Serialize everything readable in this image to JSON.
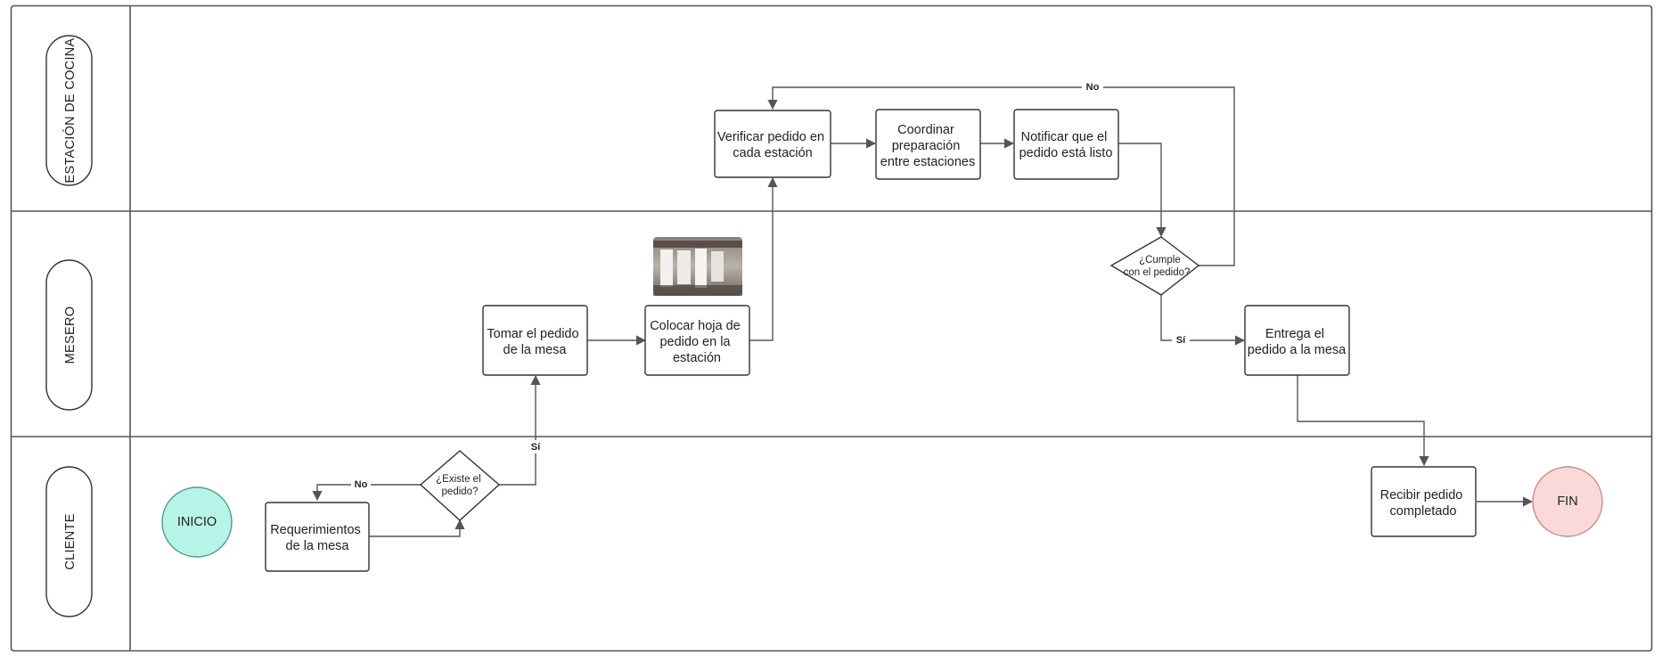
{
  "lanes": {
    "kitchen": "ESTACIÓN DE COCINA",
    "waiter": "MESERO",
    "client": "CLIENTE"
  },
  "nodes": {
    "start": "INICIO",
    "end": "FIN",
    "requirements": [
      "Requerimientos",
      "de la mesa"
    ],
    "exists_decision": [
      "¿Existe el",
      "pedido?"
    ],
    "take_order": [
      "Tomar el pedido",
      "de la mesa"
    ],
    "place_sheet": [
      "Colocar hoja de",
      "pedido en la",
      "estación"
    ],
    "verify": [
      "Verificar pedido en",
      "cada estación"
    ],
    "coordinate": [
      "Coordinar",
      "preparación",
      "entre estaciones"
    ],
    "notify": [
      "Notificar que el",
      "pedido está listo"
    ],
    "meets_decision": [
      "¿Cumple",
      "con el pedido?"
    ],
    "deliver": [
      "Entrega el",
      "pedido a la mesa"
    ],
    "receive": [
      "Recibir pedido",
      "completado"
    ]
  },
  "edge_labels": {
    "no_top": "No",
    "no_left": "No",
    "si_exists": "Sí",
    "si_meets": "Sí"
  },
  "colors": {
    "start_fill": "#b7f3e6",
    "start_stroke": "#4b9a8c",
    "end_fill": "#fcd9d9",
    "end_stroke": "#c98a8a"
  },
  "image": {
    "description_icon": "order-tickets-photo-icon"
  }
}
